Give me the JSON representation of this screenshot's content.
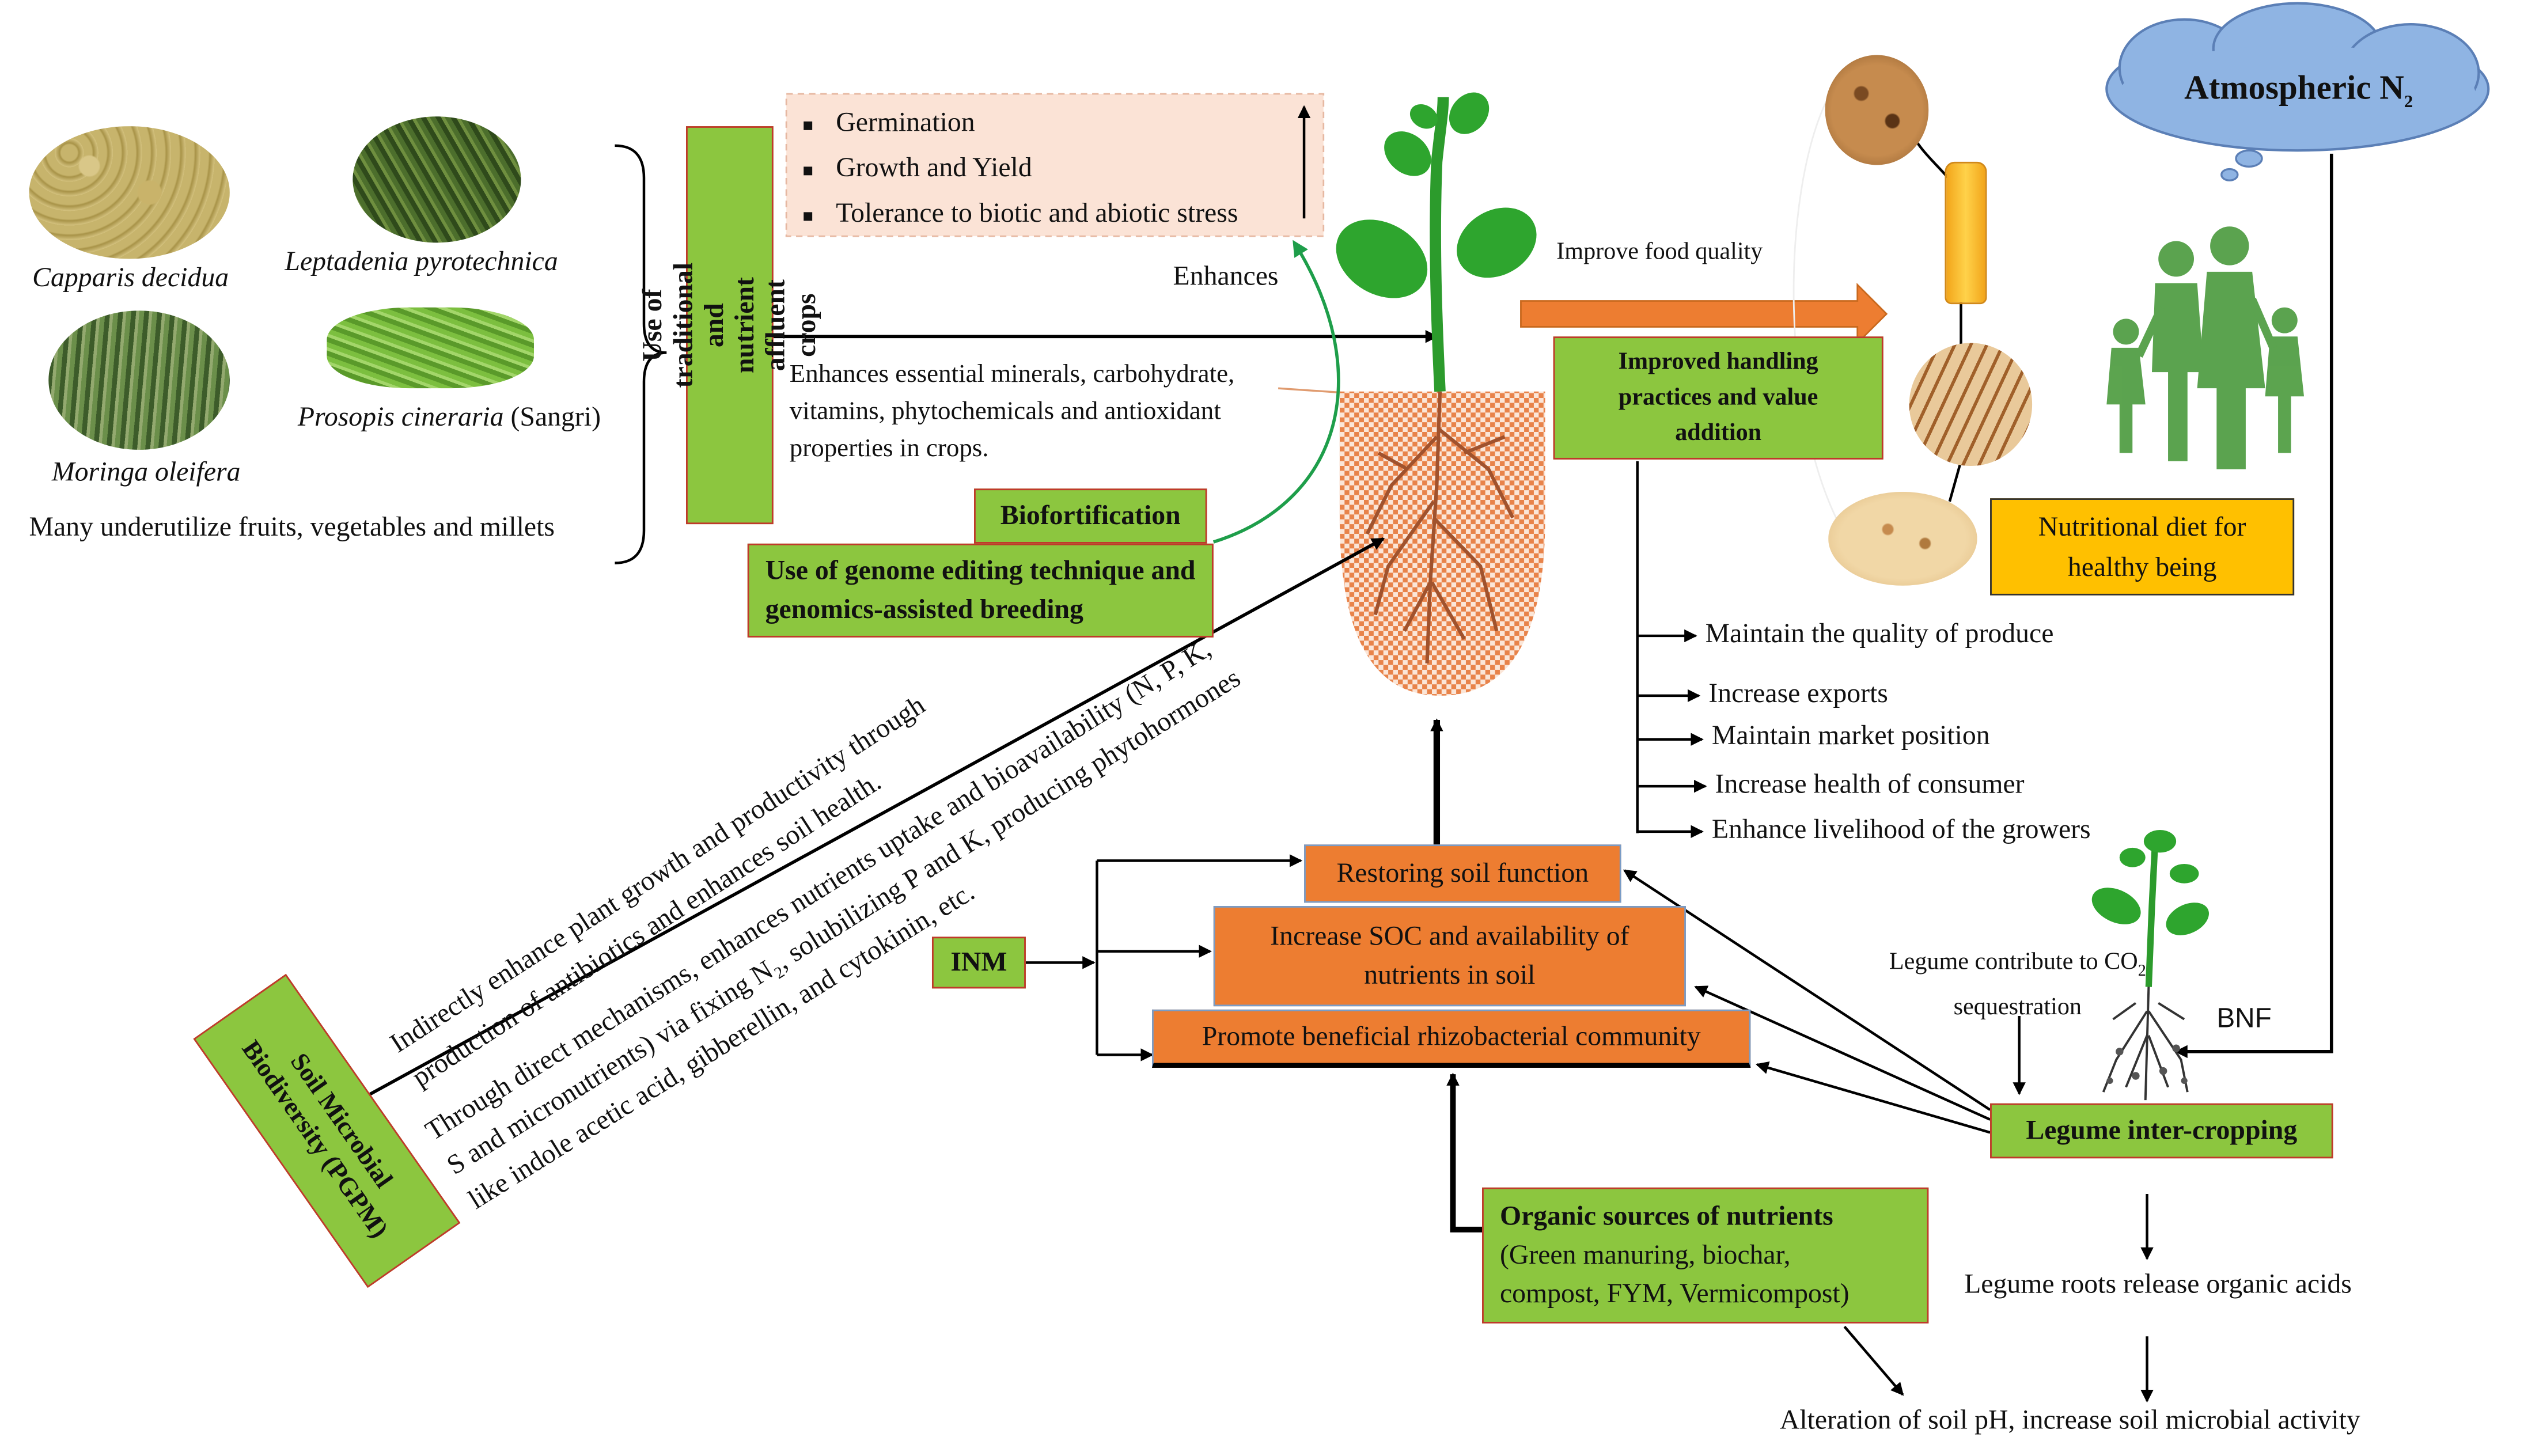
{
  "species": {
    "capparis": "Capparis decidua",
    "leptadenia": "Leptadenia pyrotechnica",
    "moringa": "Moringa oleifera",
    "prosopis": "Prosopis cineraria",
    "prosopis_suffix": " (Sangri)",
    "underutilized": "Many underutilize fruits, vegetables and millets"
  },
  "traditional_crops": "Use of traditional and nutrient affluent crops",
  "benefits": [
    "Germination",
    "Growth and Yield",
    "Tolerance to biotic and abiotic stress"
  ],
  "enhances": "Enhances",
  "enhances_minerals": "Enhances essential minerals, carbohydrate, vitamins, phytochemicals and antioxidant properties in crops.",
  "biofortification": "Biofortification",
  "genome_editing": "Use of genome editing technique and genomics-assisted breeding",
  "improve_food_quality": "Improve food quality",
  "improved_handling": "Improved handling practices and value addition",
  "nutritional_diet": "Nutritional diet for healthy being",
  "atmospheric": "Atmospheric N",
  "atmospheric_sub": "2",
  "outcomes": [
    "Maintain the quality of produce",
    "Increase exports",
    "Maintain market position",
    "Increase health of consumer",
    "Enhance livelihood of the growers"
  ],
  "soil_microbial": "Soil Microbial Biodiversity (PGPM)",
  "indirect_text": [
    "Indirectly enhance plant growth and productivity through",
    "production of antibiotics and enhances soil health."
  ],
  "direct_text": [
    "Through direct mechanisms, enhances nutrients uptake and bioavailability (N, P, K,",
    "S and micronutrients) via fixing N₂, solubilizing P and K, producing phytohormones",
    "like indole acetic acid, gibberellin, and cytokinin, etc."
  ],
  "inm": "INM",
  "restoring": "Restoring soil function",
  "increase_soc": "Increase SOC and availability of nutrients in soil",
  "promote": "Promote beneficial rhizobacterial community",
  "organic_title": "Organic sources of nutrients",
  "organic_list": "(Green manuring, biochar, compost, FYM, Vermicompost)",
  "legume_co2": "Legume contribute to CO",
  "legume_co2_sub": "2",
  "legume_co2_tail": "sequestration",
  "bnf": "BNF",
  "legume_intercrop": "Legume inter-cropping",
  "legume_roots": "Legume roots release organic acids",
  "alteration": "Alteration of soil pH, increase soil microbial activity",
  "colors": {
    "green": "#8cc63f",
    "orange": "#ed7d31",
    "yellow": "#ffc000",
    "cloud": "#8fb4e3",
    "pink": "#fbe3d6"
  }
}
